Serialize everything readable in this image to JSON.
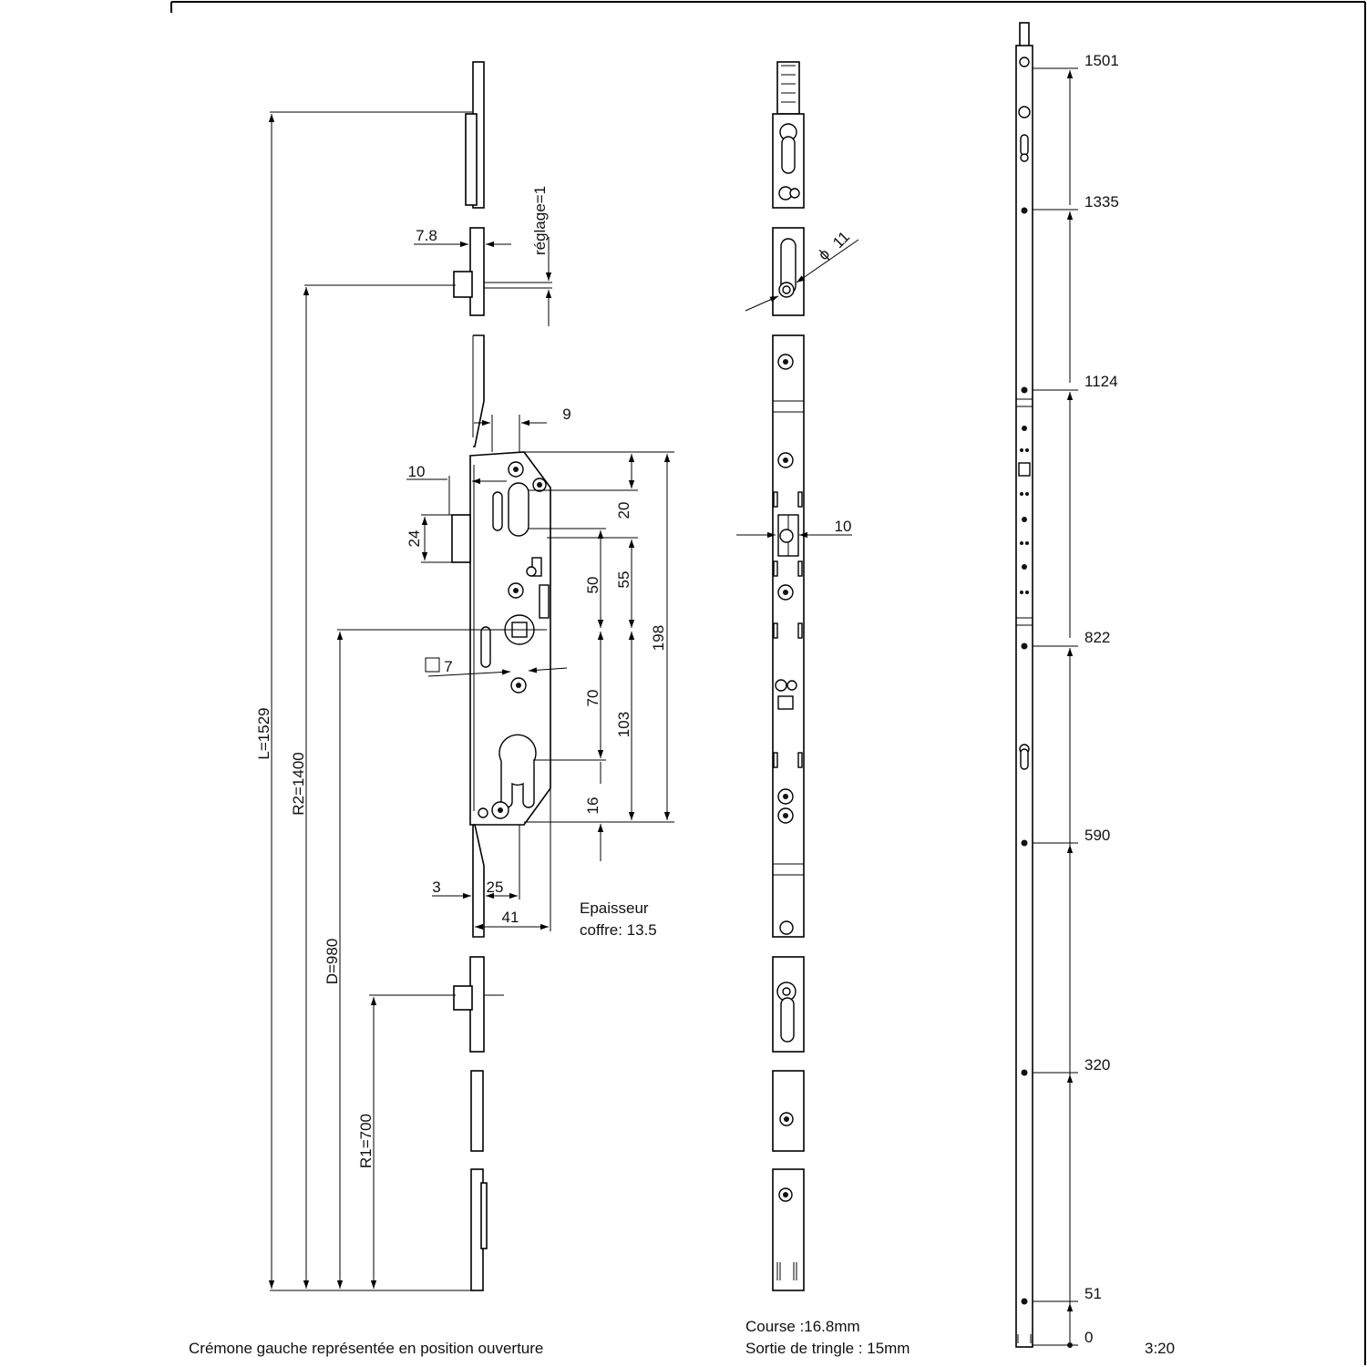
{
  "colors": {
    "line": "#000000",
    "background": "#ffffff",
    "text": "#111111"
  },
  "left_view": {
    "overall": {
      "length": "L=1529",
      "r2": "R2=1400",
      "d": "D=980",
      "r1": "R1=700"
    },
    "reglage": "réglage=1",
    "dims": {
      "d7_8": "7.8",
      "d9": "9",
      "d10": "10",
      "d20": "20",
      "d24": "24",
      "d50": "50",
      "d55": "55",
      "d198": "198",
      "square": "7",
      "d70": "70",
      "d103": "103",
      "d16": "16",
      "d3": "3",
      "d25": "25",
      "d41": "41"
    },
    "thickness_line1": "Epaisseur",
    "thickness_line2": "coffre: 13.5"
  },
  "middle_view": {
    "diameter": "11",
    "diameter_symbol": "ϕ",
    "d10": "10",
    "course": "Course :16.8mm",
    "sortie": "Sortie de tringle : 15mm"
  },
  "right_view": {
    "heights": [
      "1501",
      "1335",
      "1124",
      "822",
      "590",
      "320",
      "51",
      "0"
    ]
  },
  "caption": "Crémone gauche représentée en position ouverture",
  "scale": "3:20"
}
